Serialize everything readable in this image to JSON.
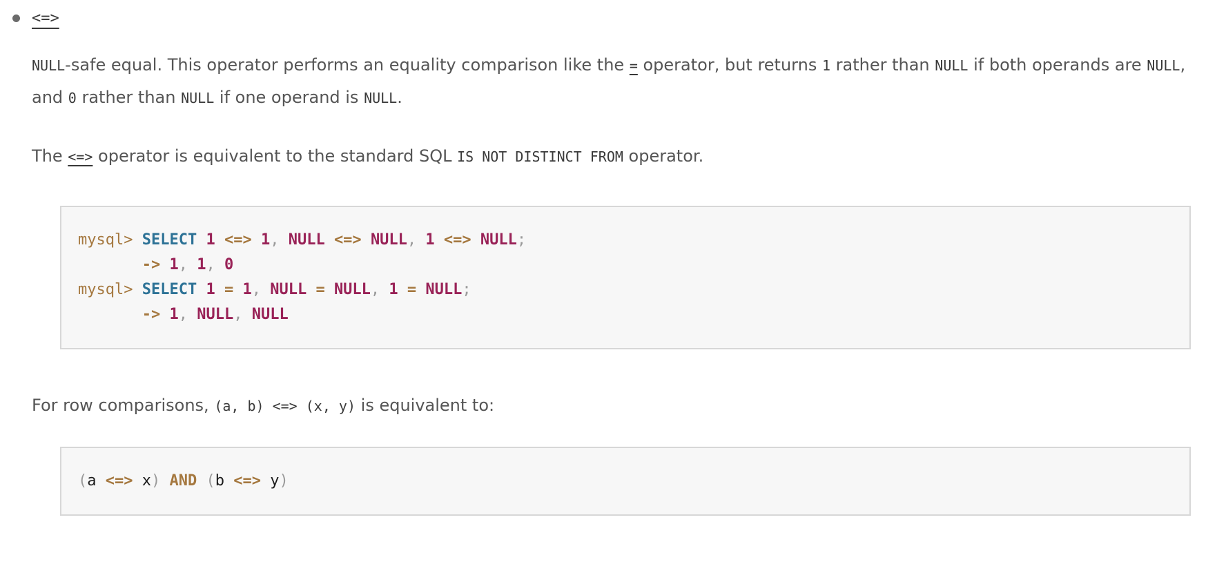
{
  "list_item": {
    "operator_label": "<=>"
  },
  "paragraphs": {
    "p1": [
      {
        "t": "code",
        "v": "NULL"
      },
      {
        "t": "text",
        "v": "-safe equal. This operator performs an equality comparison like the "
      },
      {
        "t": "link",
        "v": "="
      },
      {
        "t": "text",
        "v": " operator, but returns "
      },
      {
        "t": "code",
        "v": "1"
      },
      {
        "t": "text",
        "v": " rather than "
      },
      {
        "t": "code",
        "v": "NULL"
      },
      {
        "t": "text",
        "v": " if both operands are "
      },
      {
        "t": "code",
        "v": "NULL"
      },
      {
        "t": "text",
        "v": ", and "
      },
      {
        "t": "code",
        "v": "0"
      },
      {
        "t": "text",
        "v": " rather than "
      },
      {
        "t": "code",
        "v": "NULL"
      },
      {
        "t": "text",
        "v": " if one operand is "
      },
      {
        "t": "code",
        "v": "NULL"
      },
      {
        "t": "text",
        "v": "."
      }
    ],
    "p2": [
      {
        "t": "text",
        "v": "The "
      },
      {
        "t": "link",
        "v": "<=>"
      },
      {
        "t": "text",
        "v": " operator is equivalent to the standard SQL "
      },
      {
        "t": "code",
        "v": "IS NOT DISTINCT FROM"
      },
      {
        "t": "text",
        "v": " operator."
      }
    ],
    "p3": [
      {
        "t": "text",
        "v": "For row comparisons, "
      },
      {
        "t": "code",
        "v": "(a, b) <=> (x, y)"
      },
      {
        "t": "text",
        "v": " is equivalent to:"
      }
    ]
  },
  "code_blocks": [
    {
      "lines": [
        [
          [
            "prompt",
            "mysql> "
          ],
          [
            "kw",
            "SELECT"
          ],
          [
            "pl",
            " "
          ],
          [
            "lit",
            "1"
          ],
          [
            "pl",
            " "
          ],
          [
            "op",
            "<=>"
          ],
          [
            "pl",
            " "
          ],
          [
            "lit",
            "1"
          ],
          [
            "pun",
            ","
          ],
          [
            "pl",
            " "
          ],
          [
            "lit",
            "NULL"
          ],
          [
            "pl",
            " "
          ],
          [
            "op",
            "<=>"
          ],
          [
            "pl",
            " "
          ],
          [
            "lit",
            "NULL"
          ],
          [
            "pun",
            ","
          ],
          [
            "pl",
            " "
          ],
          [
            "lit",
            "1"
          ],
          [
            "pl",
            " "
          ],
          [
            "op",
            "<=>"
          ],
          [
            "pl",
            " "
          ],
          [
            "lit",
            "NULL"
          ],
          [
            "pun",
            ";"
          ]
        ],
        [
          [
            "pl",
            "       "
          ],
          [
            "op",
            "->"
          ],
          [
            "pl",
            " "
          ],
          [
            "lit",
            "1"
          ],
          [
            "pun",
            ","
          ],
          [
            "pl",
            " "
          ],
          [
            "lit",
            "1"
          ],
          [
            "pun",
            ","
          ],
          [
            "pl",
            " "
          ],
          [
            "lit",
            "0"
          ]
        ],
        [
          [
            "prompt",
            "mysql> "
          ],
          [
            "kw",
            "SELECT"
          ],
          [
            "pl",
            " "
          ],
          [
            "lit",
            "1"
          ],
          [
            "pl",
            " "
          ],
          [
            "op",
            "="
          ],
          [
            "pl",
            " "
          ],
          [
            "lit",
            "1"
          ],
          [
            "pun",
            ","
          ],
          [
            "pl",
            " "
          ],
          [
            "lit",
            "NULL"
          ],
          [
            "pl",
            " "
          ],
          [
            "op",
            "="
          ],
          [
            "pl",
            " "
          ],
          [
            "lit",
            "NULL"
          ],
          [
            "pun",
            ","
          ],
          [
            "pl",
            " "
          ],
          [
            "lit",
            "1"
          ],
          [
            "pl",
            " "
          ],
          [
            "op",
            "="
          ],
          [
            "pl",
            " "
          ],
          [
            "lit",
            "NULL"
          ],
          [
            "pun",
            ";"
          ]
        ],
        [
          [
            "pl",
            "       "
          ],
          [
            "op",
            "->"
          ],
          [
            "pl",
            " "
          ],
          [
            "lit",
            "1"
          ],
          [
            "pun",
            ","
          ],
          [
            "pl",
            " "
          ],
          [
            "lit",
            "NULL"
          ],
          [
            "pun",
            ","
          ],
          [
            "pl",
            " "
          ],
          [
            "lit",
            "NULL"
          ]
        ]
      ]
    },
    {
      "lines": [
        [
          [
            "pun",
            "("
          ],
          [
            "id",
            "a"
          ],
          [
            "pl",
            " "
          ],
          [
            "op",
            "<=>"
          ],
          [
            "pl",
            " "
          ],
          [
            "id",
            "x"
          ],
          [
            "pun",
            ")"
          ],
          [
            "pl",
            " "
          ],
          [
            "op",
            "AND"
          ],
          [
            "pl",
            " "
          ],
          [
            "pun",
            "("
          ],
          [
            "id",
            "b"
          ],
          [
            "pl",
            " "
          ],
          [
            "op",
            "<=>"
          ],
          [
            "pl",
            " "
          ],
          [
            "id",
            "y"
          ],
          [
            "pun",
            ")"
          ]
        ]
      ]
    }
  ],
  "colors": {
    "body_text": "#555555",
    "inline_code": "#3a3a3a",
    "link": "#383838",
    "code_block_bg": "#f7f7f7",
    "code_block_border": "#d7d7d7",
    "syntax_prompt": "#a5783f",
    "syntax_keyword": "#2d7296",
    "syntax_literal": "#992257",
    "syntax_operator": "#a5783f",
    "syntax_punctuation": "#9a9a9a",
    "bullet": "#6b6b6b"
  }
}
